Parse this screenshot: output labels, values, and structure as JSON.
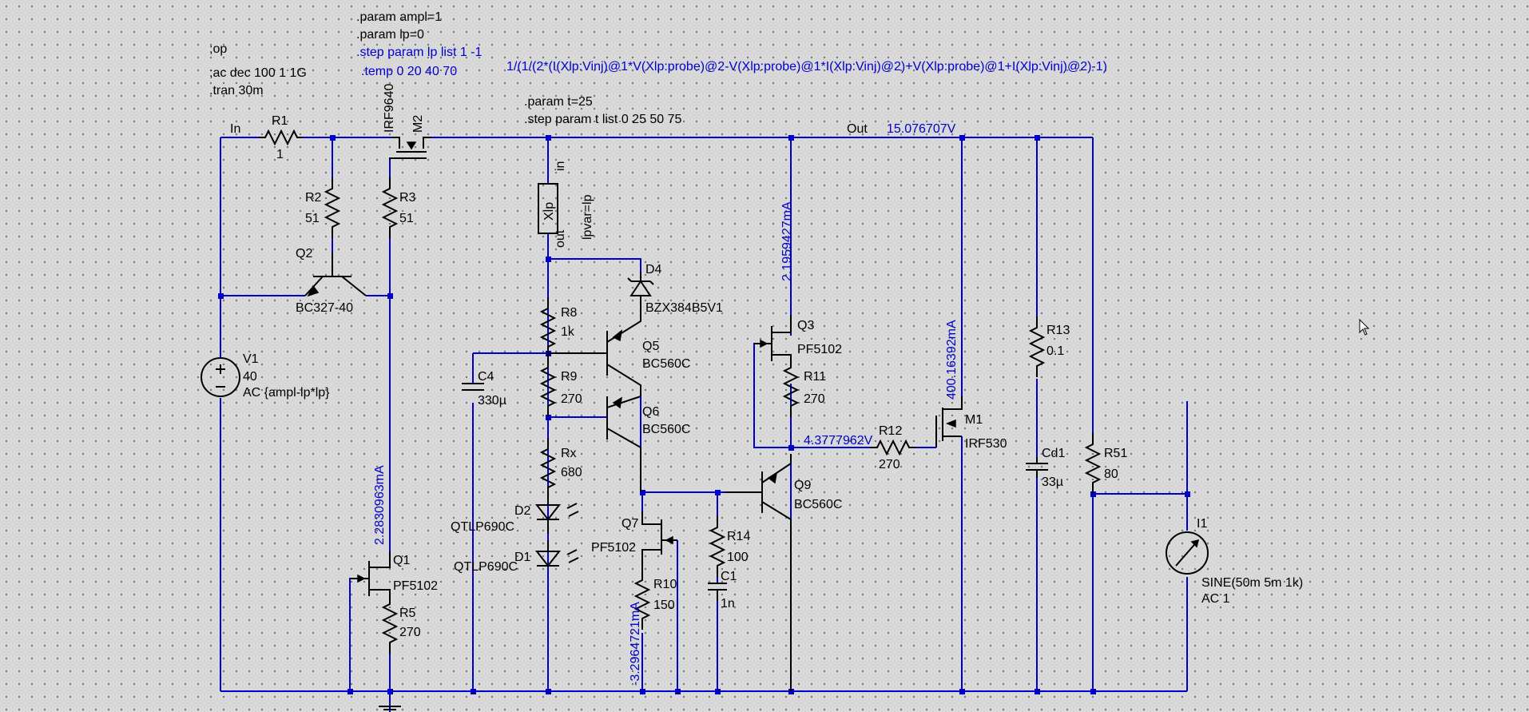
{
  "colors": {
    "wire": "#0000cc",
    "component": "#000000",
    "background": "#d8d8d8",
    "directive": "#0000cc"
  },
  "directives": {
    "param_ampl": ".param ampl=1",
    "param_lp": ".param lp=0",
    "step_lp": ".step param lp list 1 -1",
    "temp": ".temp 0 20 40 70",
    "op": ";op",
    "ac": ";ac dec 100 1 1G",
    "tran": ".tran 30m",
    "param_t": ".param t=25",
    "step_t": ".step param t list 0 25 50 75",
    "formula": "1/(1/(2*(I(Xlp:Vinj)@1*V(Xlp:probe)@2-V(Xlp:probe)@1*I(Xlp:Vinj)@2)+V(Xlp:probe)@1+I(Xlp:Vinj)@2)-1)"
  },
  "nets": {
    "in": "In",
    "out": "Out"
  },
  "measurements": {
    "out_v": "15.076707V",
    "q3_i": "2.1959427mA",
    "m1_i": "400.16392mA",
    "q1_i": "2.2830963mA",
    "r10_i": "-3.2964721mA",
    "gate_v": "4.3777962V"
  },
  "components": {
    "r1": {
      "name": "R1",
      "value": "1"
    },
    "r2": {
      "name": "R2",
      "value": "51"
    },
    "r3": {
      "name": "R3",
      "value": "51"
    },
    "m2": {
      "name": "M2",
      "value": "IRF9640"
    },
    "q2": {
      "name": "Q2",
      "value": "BC327-40"
    },
    "v1": {
      "name": "V1",
      "value": "40",
      "ac": "AC {ampl-lp*lp}"
    },
    "q1": {
      "name": "Q1",
      "value": "PF5102"
    },
    "r5": {
      "name": "R5",
      "value": "270"
    },
    "xlp": {
      "name": "Xlp",
      "param": "lpvar=lp",
      "pin_in": "in",
      "pin_out": "out"
    },
    "d4": {
      "name": "D4",
      "value": "BZX384B5V1"
    },
    "r8": {
      "name": "R8",
      "value": "1k"
    },
    "q5": {
      "name": "Q5",
      "value": "BC560C"
    },
    "c4": {
      "name": "C4",
      "value": "330µ"
    },
    "r9": {
      "name": "R9",
      "value": "270"
    },
    "q6": {
      "name": "Q6",
      "value": "BC560C"
    },
    "rx": {
      "name": "Rx",
      "value": "680"
    },
    "d2": {
      "name": "D2",
      "value": "QTLP690C"
    },
    "d1": {
      "name": "D1",
      "value": "QTLP690C"
    },
    "q7": {
      "name": "Q7",
      "value": "PF5102"
    },
    "r10": {
      "name": "R10",
      "value": "150"
    },
    "r14": {
      "name": "R14",
      "value": "100"
    },
    "c1": {
      "name": "C1",
      "value": "1n"
    },
    "q9": {
      "name": "Q9",
      "value": "BC560C"
    },
    "q3": {
      "name": "Q3",
      "value": "PF5102"
    },
    "r11": {
      "name": "R11",
      "value": "270"
    },
    "r12": {
      "name": "R12",
      "value": "270"
    },
    "m1": {
      "name": "M1",
      "value": "IRF530"
    },
    "r13": {
      "name": "R13",
      "value": "0.1"
    },
    "cd1": {
      "name": "Cd1",
      "value": "33µ"
    },
    "r51": {
      "name": "R51",
      "value": "80"
    },
    "i1": {
      "name": "I1",
      "value": "SINE(50m 5m 1k)",
      "ac": "AC 1"
    }
  }
}
